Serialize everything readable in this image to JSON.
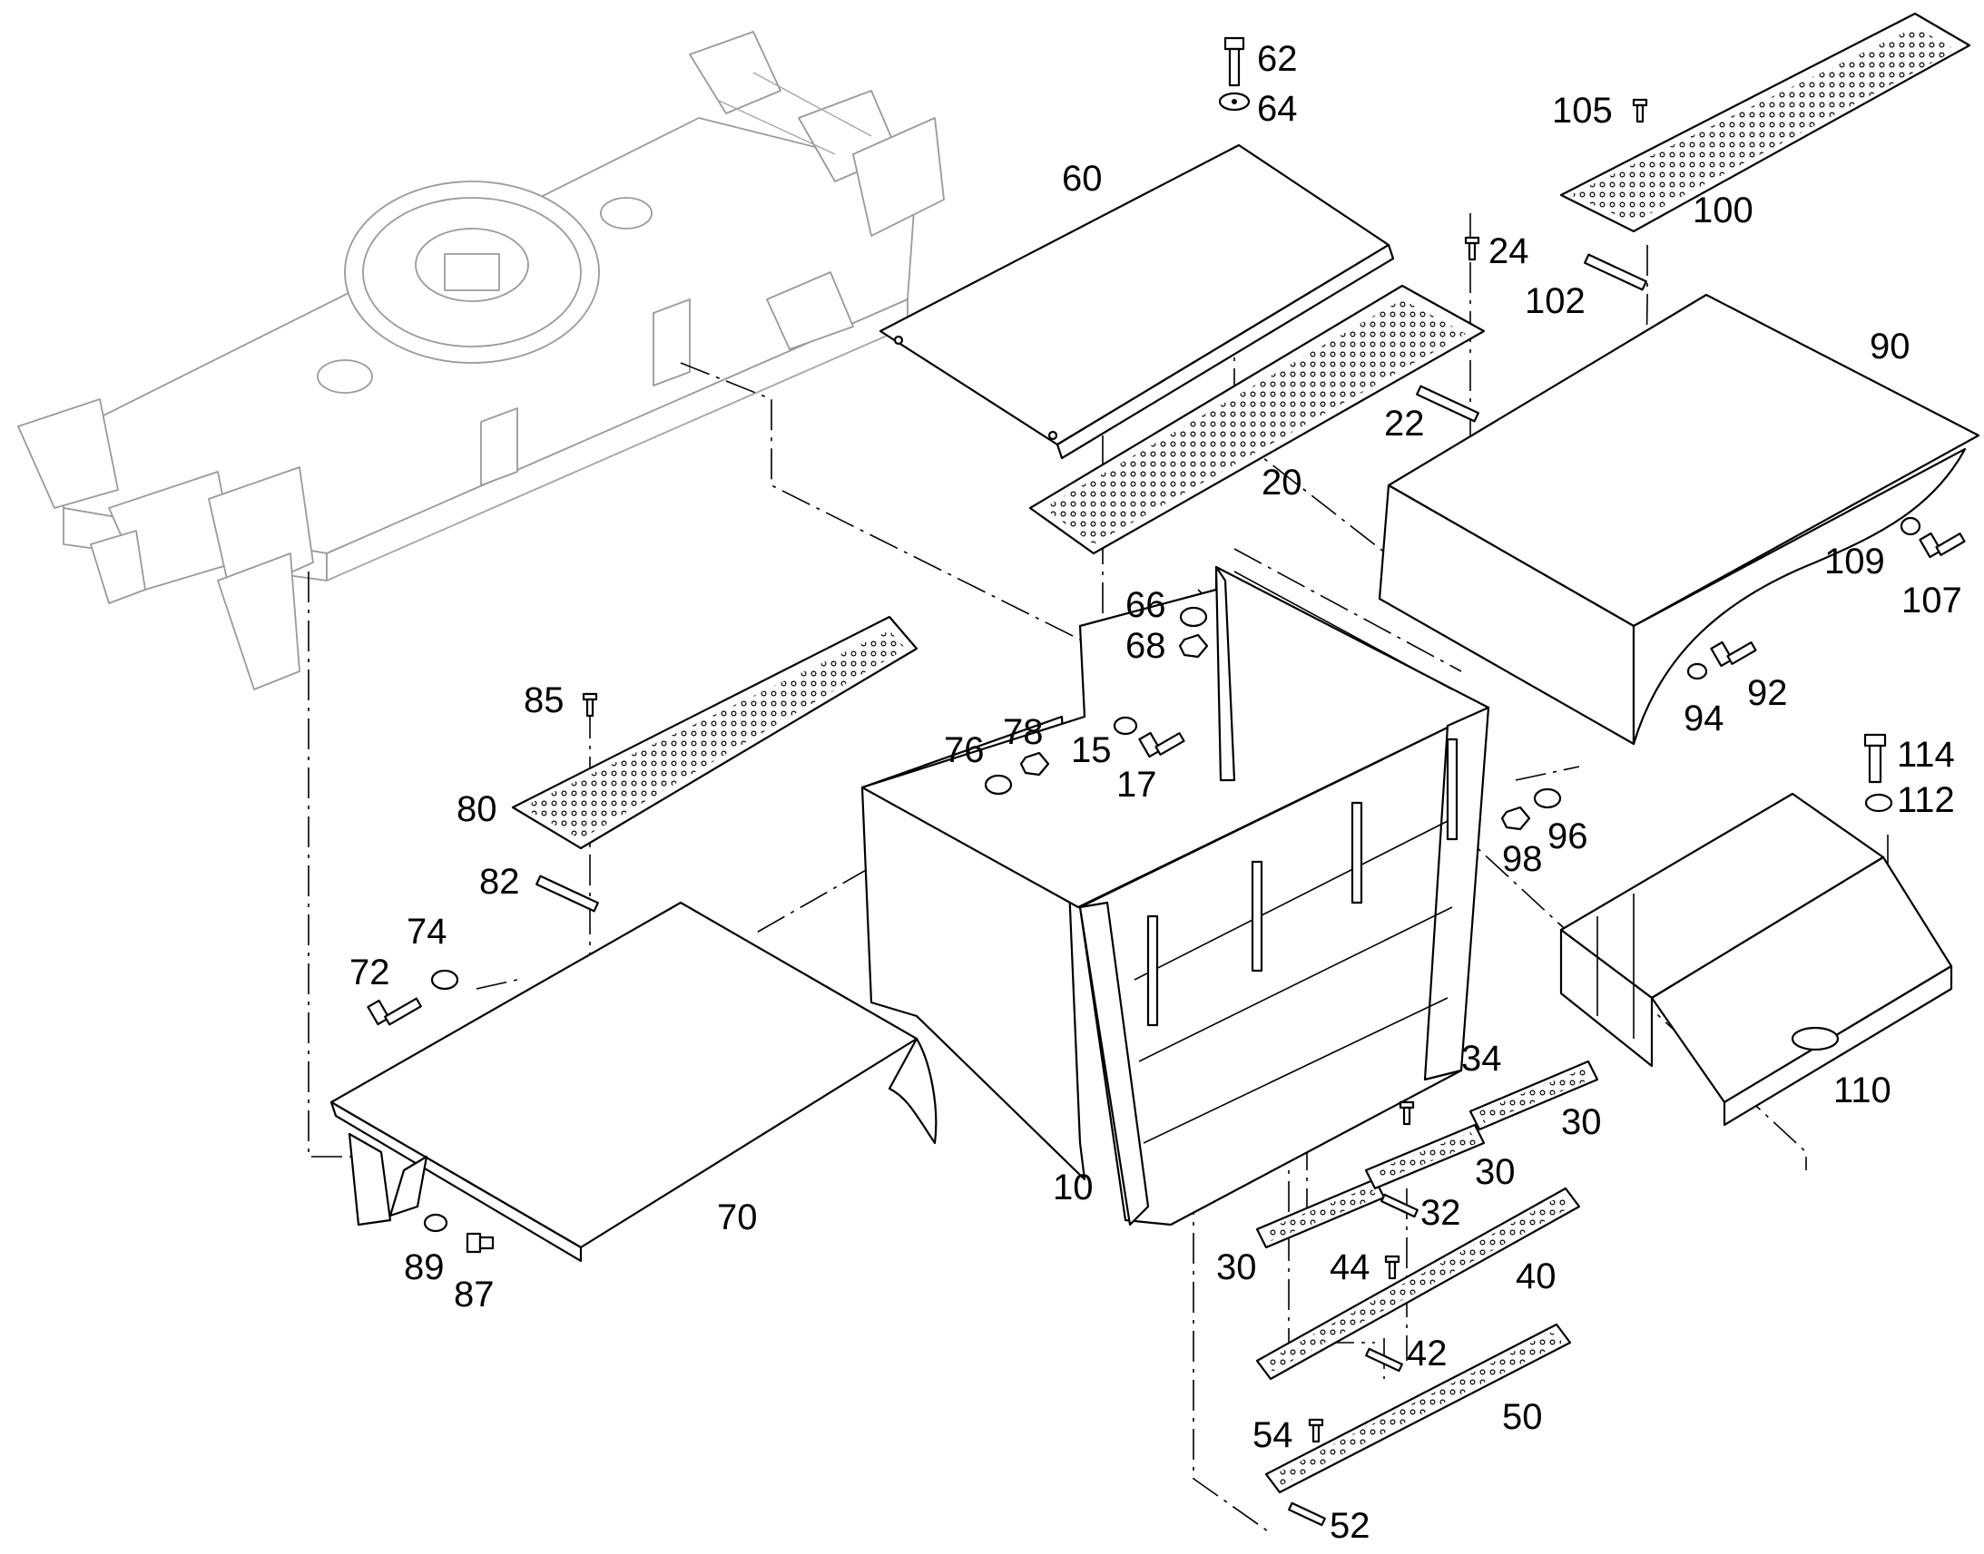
{
  "labels": {
    "p10": "10",
    "p15": "15",
    "p17": "17",
    "p20": "20",
    "p22": "22",
    "p24": "24",
    "p30a": "30",
    "p30b": "30",
    "p30c": "30",
    "p32": "32",
    "p34": "34",
    "p40": "40",
    "p42": "42",
    "p44": "44",
    "p50": "50",
    "p52": "52",
    "p54": "54",
    "p60": "60",
    "p62": "62",
    "p64": "64",
    "p66": "66",
    "p68": "68",
    "p70": "70",
    "p72": "72",
    "p74": "74",
    "p76": "76",
    "p78": "78",
    "p80": "80",
    "p82": "82",
    "p85": "85",
    "p87": "87",
    "p89": "89",
    "p90": "90",
    "p92": "92",
    "p94": "94",
    "p96": "96",
    "p98": "98",
    "p100": "100",
    "p102": "102",
    "p105": "105",
    "p107": "107",
    "p109": "109",
    "p110": "110",
    "p112": "112",
    "p114": "114"
  },
  "colors": {
    "line": "#000000",
    "faded_frame": "#9a9a9a",
    "background": "#ffffff"
  },
  "icons": [
    "bolt-icon",
    "washer-icon",
    "nut-icon",
    "screw-icon",
    "bracket-icon"
  ]
}
